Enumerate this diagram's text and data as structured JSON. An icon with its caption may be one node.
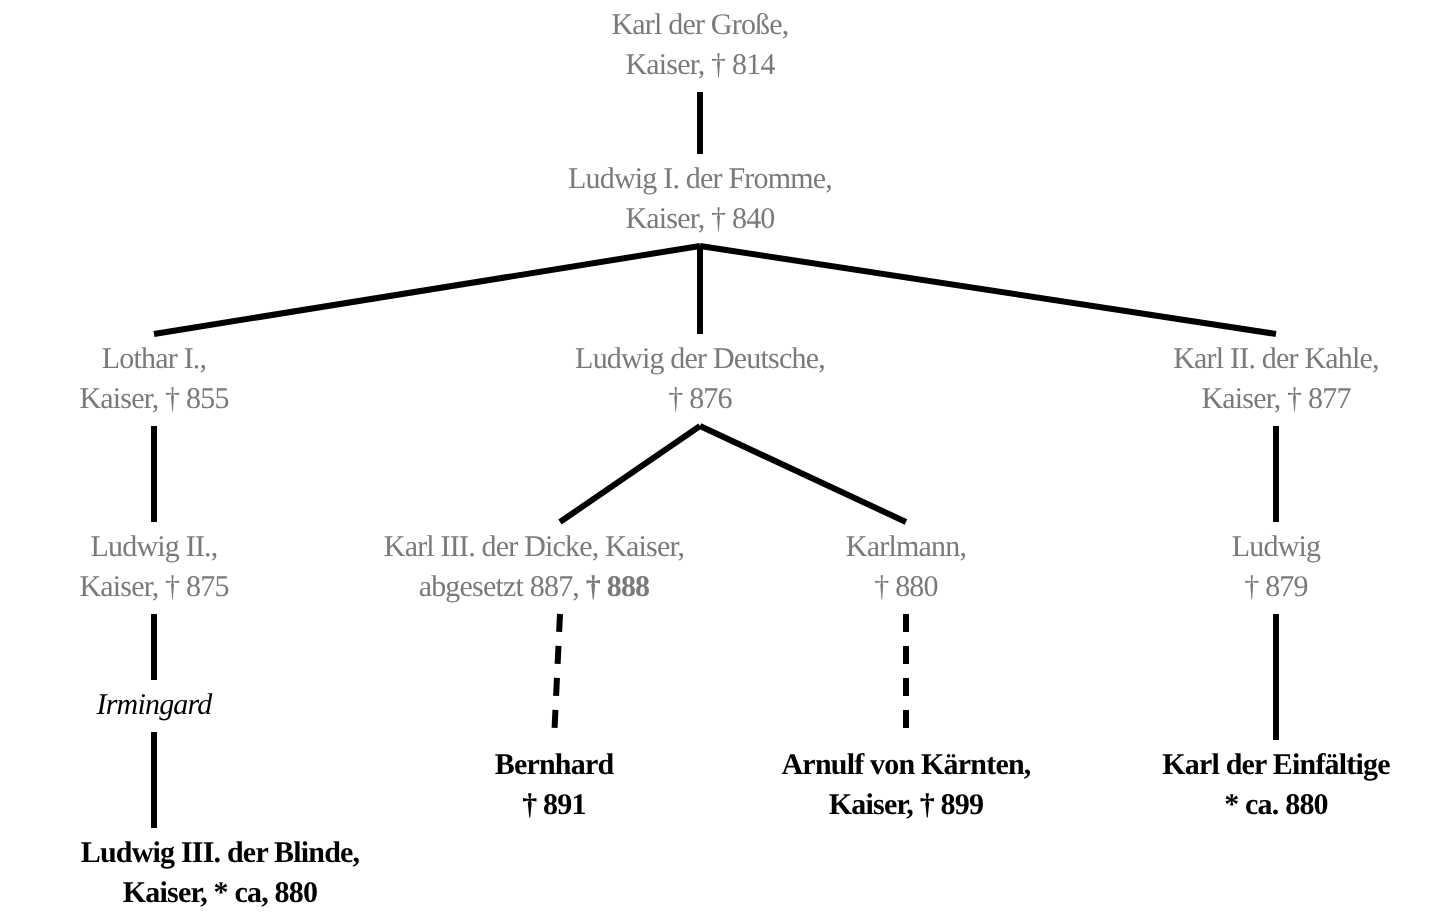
{
  "diagram": {
    "nodes": [
      {
        "text": [
          "Karl der Große, Kaiser, † 814"
        ]
      },
      {
        "text": [
          "Ludwig I. der Fromme, Kaiser, † 840"
        ]
      },
      {
        "text": [
          "Lothar I., Kaiser, † 855"
        ]
      },
      {
        "text": [
          "Ludwig der Deutsche, † 876"
        ]
      },
      {
        "text": [
          "Karl II. der Kahle, Kaiser, † 877"
        ]
      },
      {
        "text": [
          "Ludwig II., Kaiser, † 875"
        ]
      },
      {
        "text": [
          "Karl III. der Dicke, Kaiser, abgesetzt 887, **† 888**"
        ]
      },
      {
        "text": [
          "Karlmann, † 880"
        ]
      },
      {
        "text": [
          "Ludwig † 879"
        ]
      },
      {
        "text": [
          "Irmingard"
        ]
      },
      {
        "text": [
          "Ludwig III. der Blinde, Kaiser, * ca, 880"
        ]
      },
      {
        "text": [
          "Bernhard † 891"
        ]
      },
      {
        "text": [
          "Arnulf von Kärnten, Kaiser, † 899"
        ]
      },
      {
        "text": [
          "Karl der Einfältige * ca. 880"
        ]
      }
    ],
    "edges": [
      {
        "from": 0,
        "to": 1,
        "arrow": "none"
      },
      {
        "from": 1,
        "to": 2,
        "arrow": "none"
      },
      {
        "from": 1,
        "to": 3,
        "arrow": "none"
      },
      {
        "from": 1,
        "to": 4,
        "arrow": "none"
      },
      {
        "from": 2,
        "to": 5,
        "arrow": "none"
      },
      {
        "from": 3,
        "to": 6,
        "arrow": "none"
      },
      {
        "from": 3,
        "to": 7,
        "arrow": "none"
      },
      {
        "from": 4,
        "to": 8,
        "arrow": "none"
      },
      {
        "from": 5,
        "to": 9,
        "arrow": "none"
      },
      {
        "from": 9,
        "to": 10,
        "arrow": "none"
      },
      {
        "from": 6,
        "to": 11,
        "arrow": "none",
        "style": "dashed"
      },
      {
        "from": 7,
        "to": 12,
        "arrow": "none",
        "style": "dashed"
      },
      {
        "from": 8,
        "to": 13,
        "arrow": "none"
      }
    ]
  }
}
